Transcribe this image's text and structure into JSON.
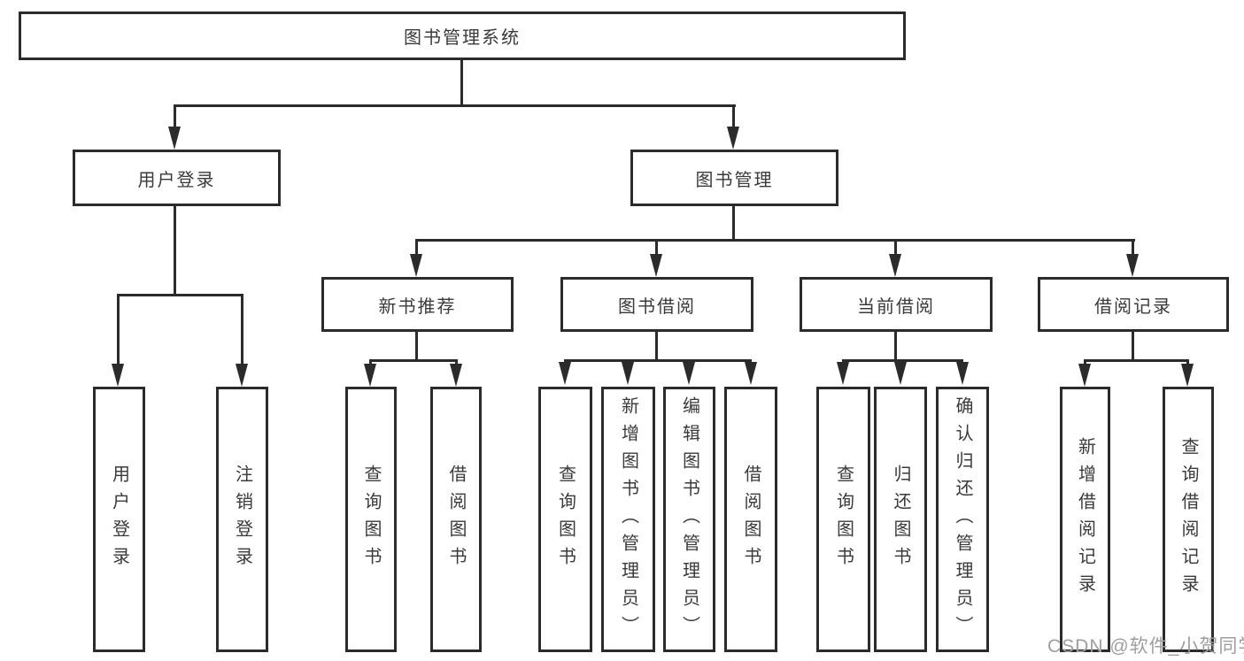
{
  "colors": {
    "line": "#2b2b2b",
    "text": "#3a3a3a",
    "background": "#ffffff",
    "watermark_color": "#9e9e9e"
  },
  "tree": {
    "label": "图书管理系统",
    "children": [
      {
        "label": "用户登录",
        "children": [
          {
            "label": "用户登录"
          },
          {
            "label": "注销登录"
          }
        ]
      },
      {
        "label": "图书管理",
        "children": [
          {
            "label": "新书推荐",
            "children": [
              {
                "label": "查询图书"
              },
              {
                "label": "借阅图书"
              }
            ]
          },
          {
            "label": "图书借阅",
            "children": [
              {
                "label": "查询图书"
              },
              {
                "label": "新增图书（管理员）"
              },
              {
                "label": "编辑图书（管理员）"
              },
              {
                "label": "借阅图书"
              }
            ]
          },
          {
            "label": "当前借阅",
            "children": [
              {
                "label": "查询图书"
              },
              {
                "label": "归还图书"
              },
              {
                "label": "确认归还（管理员）"
              }
            ]
          },
          {
            "label": "借阅记录",
            "children": [
              {
                "label": "新增借阅记录"
              },
              {
                "label": "查询借阅记录"
              }
            ]
          }
        ]
      }
    ]
  },
  "watermark": "CSDN @软件_小贺同学"
}
